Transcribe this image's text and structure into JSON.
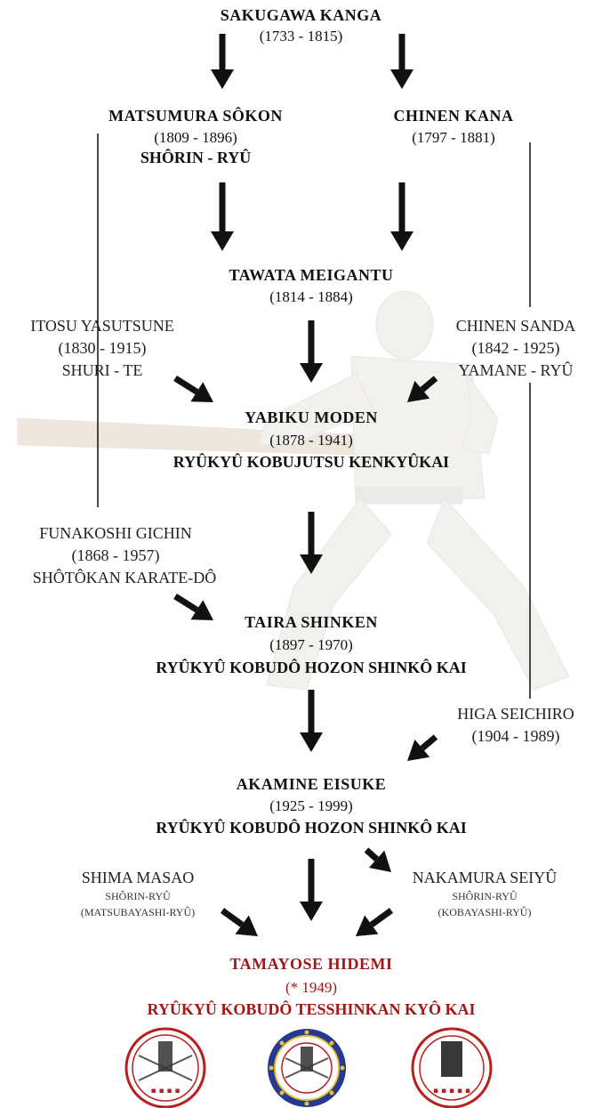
{
  "nodes": {
    "sakugawa": {
      "name": "SAKUGAWA KANGA",
      "years": "(1733 - 1815)"
    },
    "matsumura": {
      "name": "MATSUMURA SÔKON",
      "years": "(1809 - 1896)",
      "style": "SHÔRIN - RYÛ"
    },
    "chinen_kana": {
      "name": "CHINEN KANA",
      "years": "(1797 - 1881)"
    },
    "tawata": {
      "name": "TAWATA MEIGANTU",
      "years": "(1814 - 1884)"
    },
    "itosu": {
      "name": "ITOSU YASUTSUNE",
      "years": "(1830 - 1915)",
      "style": "SHURI - TE"
    },
    "chinen_sanda": {
      "name": "CHINEN SANDA",
      "years": "(1842 - 1925)",
      "style": "YAMANE - RYÛ"
    },
    "yabiku": {
      "name": "YABIKU MODEN",
      "years": "(1878 - 1941)",
      "style": "RYÛKYÛ KOBUJUTSU KENKYÛKAI"
    },
    "funakoshi": {
      "name": "FUNAKOSHI GICHIN",
      "years": "(1868 - 1957)",
      "style": "SHÔTÔKAN KARATE-DÔ"
    },
    "taira": {
      "name": "TAIRA SHINKEN",
      "years": "(1897 - 1970)",
      "style": "RYÛKYÛ KOBUDÔ HOZON SHINKÔ KAI"
    },
    "higa": {
      "name": "HIGA SEICHIRO",
      "years": "(1904 - 1989)"
    },
    "akamine": {
      "name": "AKAMINE EISUKE",
      "years": "(1925 - 1999)",
      "style": "RYÛKYÛ KOBUDÔ HOZON SHINKÔ KAI"
    },
    "shima": {
      "name": "SHIMA MASAO",
      "style": "SHÔRIN-RYÛ",
      "substyle": "(MATSUBAYASHI-RYÛ)"
    },
    "nakamura": {
      "name": "NAKAMURA SEIYÛ",
      "style": "SHÔRIN-RYÛ",
      "substyle": "(KOBAYASHI-RYÛ)"
    },
    "tamayose": {
      "name": "TAMAYOSE HIDEMI",
      "years": "(* 1949)",
      "style": "RYÛKYÛ KOBUDÔ TESSHINKAN KYÔ KAI"
    }
  },
  "colors": {
    "text": "#111111",
    "accent": "#a01818",
    "ghost": "#f1efec",
    "seal_blue": "#27398f",
    "seal_gold": "#e2c23a"
  },
  "logos": [
    {
      "name": "logo-seal-red-ring"
    },
    {
      "name": "logo-seal-blue-gold-ring"
    },
    {
      "name": "logo-seal-red-double-ring"
    }
  ]
}
